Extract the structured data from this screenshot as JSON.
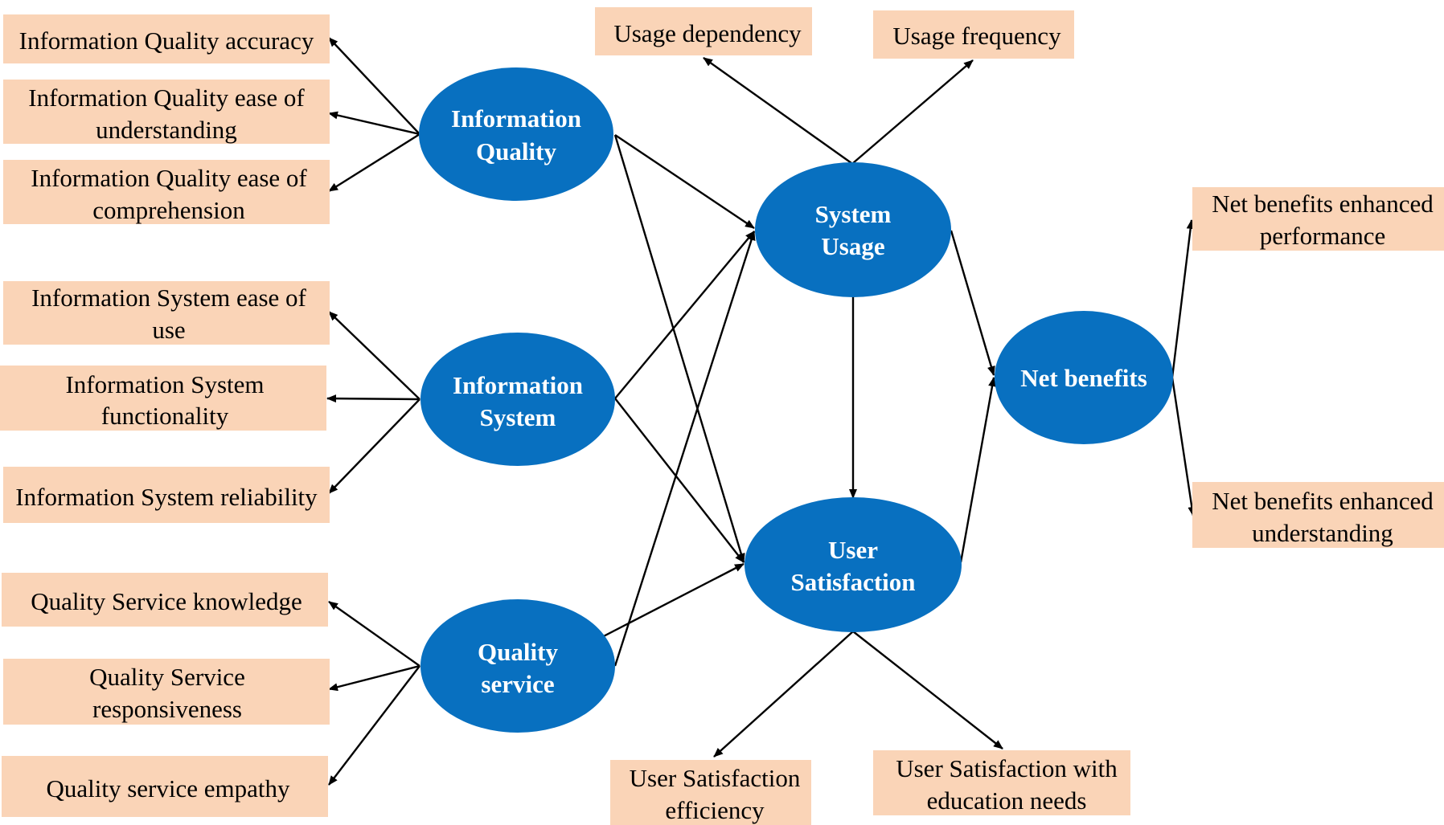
{
  "constructs": {
    "information_quality": [
      "Information",
      "Quality"
    ],
    "information_system": [
      "Information",
      "System"
    ],
    "quality_service": [
      "Quality",
      "service"
    ],
    "system_usage": [
      "System",
      "Usage"
    ],
    "user_satisfaction": [
      "User",
      "Satisfaction"
    ],
    "net_benefits": [
      "Net benefits"
    ]
  },
  "indicators": {
    "iq_accuracy": [
      "Information Quality accuracy"
    ],
    "iq_ease_understanding": [
      "Information Quality ease of",
      "understanding"
    ],
    "iq_ease_comprehension": [
      "Information Quality ease of",
      "comprehension"
    ],
    "is_ease_of_use": [
      "Information System ease of",
      "use"
    ],
    "is_functionality": [
      "Information System",
      "functionality"
    ],
    "is_reliability": [
      "Information System reliability"
    ],
    "qs_knowledge": [
      "Quality Service knowledge"
    ],
    "qs_responsiveness": [
      "Quality Service",
      "responsiveness"
    ],
    "qs_empathy": [
      "Quality service empathy"
    ],
    "su_dependency": [
      "Usage dependency"
    ],
    "su_frequency": [
      "Usage frequency"
    ],
    "us_efficiency": [
      "User Satisfaction",
      "efficiency"
    ],
    "us_education_needs": [
      "User Satisfaction with",
      "education needs"
    ],
    "nb_performance": [
      "Net benefits enhanced",
      "performance"
    ],
    "nb_understanding": [
      "Net benefits enhanced",
      "understanding"
    ]
  },
  "colors": {
    "construct_fill": "#0870c0",
    "construct_text": "#ffffff",
    "indicator_fill": "#fad4b7",
    "indicator_text": "#000000",
    "edge": "#000000"
  }
}
